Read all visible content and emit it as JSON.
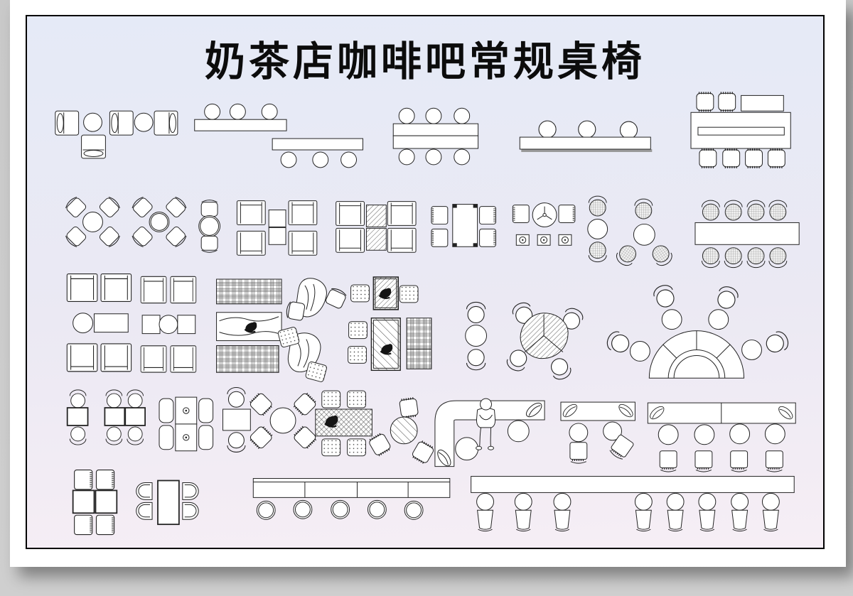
{
  "page": {
    "title": "奶茶店咖啡吧常规桌椅"
  },
  "colors": {
    "outer_background": "#c9c9c9",
    "paper": "#ffffff",
    "frame_border": "#000000",
    "canvas_gradient_top": "#e5eaf7",
    "canvas_gradient_bottom": "#f6eef5",
    "line_art": "#232323"
  },
  "furniture": {
    "items": [
      {
        "label": "Armchair lounge set: three armchairs, two round tables, one chair below"
      },
      {
        "label": "Bar counter with three round stools on top"
      },
      {
        "label": "Bar counter with three round stools below"
      },
      {
        "label": "Double rectangular table with six round stools"
      },
      {
        "label": "Shadowed bar counter with three round stools"
      },
      {
        "label": "Service counter with slot, fringed stools and side table"
      },
      {
        "label": "Round table with four diagonal chairs (style A)"
      },
      {
        "label": "Round table with four diagonal chairs (style B)"
      },
      {
        "label": "Round table with two chairs vertical"
      },
      {
        "label": "Two square tables with four square armchairs"
      },
      {
        "label": "Two hatched tables with four square armchairs"
      },
      {
        "label": "Rectangular table with four dotted-edge chairs"
      },
      {
        "label": "Propeller round table with two chairs and three square stools"
      },
      {
        "label": "Two wicker-chair round-table sets"
      },
      {
        "label": "Long table with eight wicker chairs"
      },
      {
        "label": "Lounge set with round and rectangular coffee tables"
      },
      {
        "label": "Lounge set with square-circle-square tables"
      },
      {
        "label": "Woven sofas with decorated coffee table"
      },
      {
        "label": "Organic stone tables with scattered chairs"
      },
      {
        "label": "Small glass table with person and two dotted stools"
      },
      {
        "label": "Large glass table with person, stools and woven bench"
      },
      {
        "label": "Round table with two round chairs"
      },
      {
        "label": "Trefoil hatched table with four round chairs"
      },
      {
        "label": "Fan-shaped counter with four tables and four chairs"
      },
      {
        "label": "Square table with two round chairs"
      },
      {
        "label": "Two square tables with four round chairs"
      },
      {
        "label": "Rosette tables with four side chairs"
      },
      {
        "label": "Rectangular table with two round chairs"
      },
      {
        "label": "Round table with four fringed corner chairs"
      },
      {
        "label": "Dining table with person and four dotted stools"
      },
      {
        "label": "Hatched round table with three tilted chairs"
      },
      {
        "label": "L-shaped bench with seated person and two round tables"
      },
      {
        "label": "Cushioned bench with two tables and two stools"
      },
      {
        "label": "Long cushioned bench with four tables and four stools"
      },
      {
        "label": "Two bold tables with four square chairs"
      },
      {
        "label": "Bold rectangular table with four D-shaped chairs"
      },
      {
        "label": "Segmented bar counter with five round stools"
      },
      {
        "label": "Long bar counter with eight backed stools"
      }
    ]
  }
}
